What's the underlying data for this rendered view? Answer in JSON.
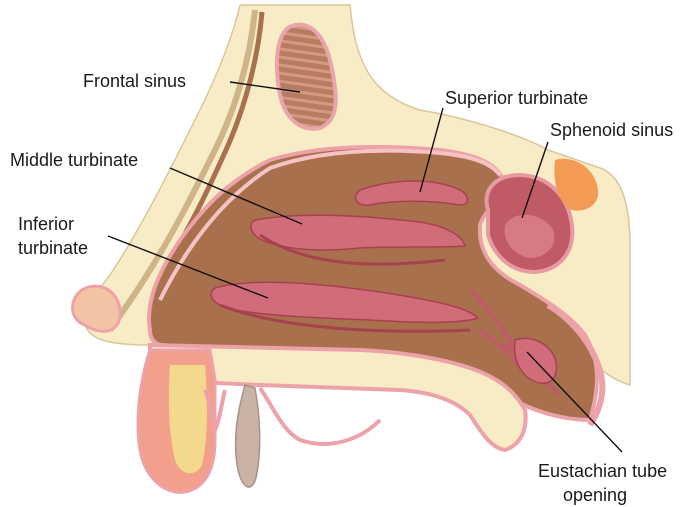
{
  "labels": {
    "frontal_sinus": "Frontal sinus",
    "superior_turbinate": "Superior turbinate",
    "sphenoid_sinus": "Sphenoid sinus",
    "middle_turbinate": "Middle turbinate",
    "inferior_turbinate_line1": "Inferior",
    "inferior_turbinate_line2": "turbinate",
    "eustachian_line1": "Eustachian tube",
    "eustachian_line2": "opening"
  },
  "colors": {
    "cavity": "#a9704d",
    "bone": "#f7ecc6",
    "mucosa": "#eda1a8",
    "turbinate": "#d16d7a",
    "turbinate_dark": "#a8414f",
    "sinus_stripes": "#c88a72",
    "nasal_skin": "#f2a08c",
    "nasal_cartilage": "#f4d98c",
    "uvula": "#c9b2a6",
    "orange_tissue": "#f39a55",
    "leader": "#111111"
  }
}
